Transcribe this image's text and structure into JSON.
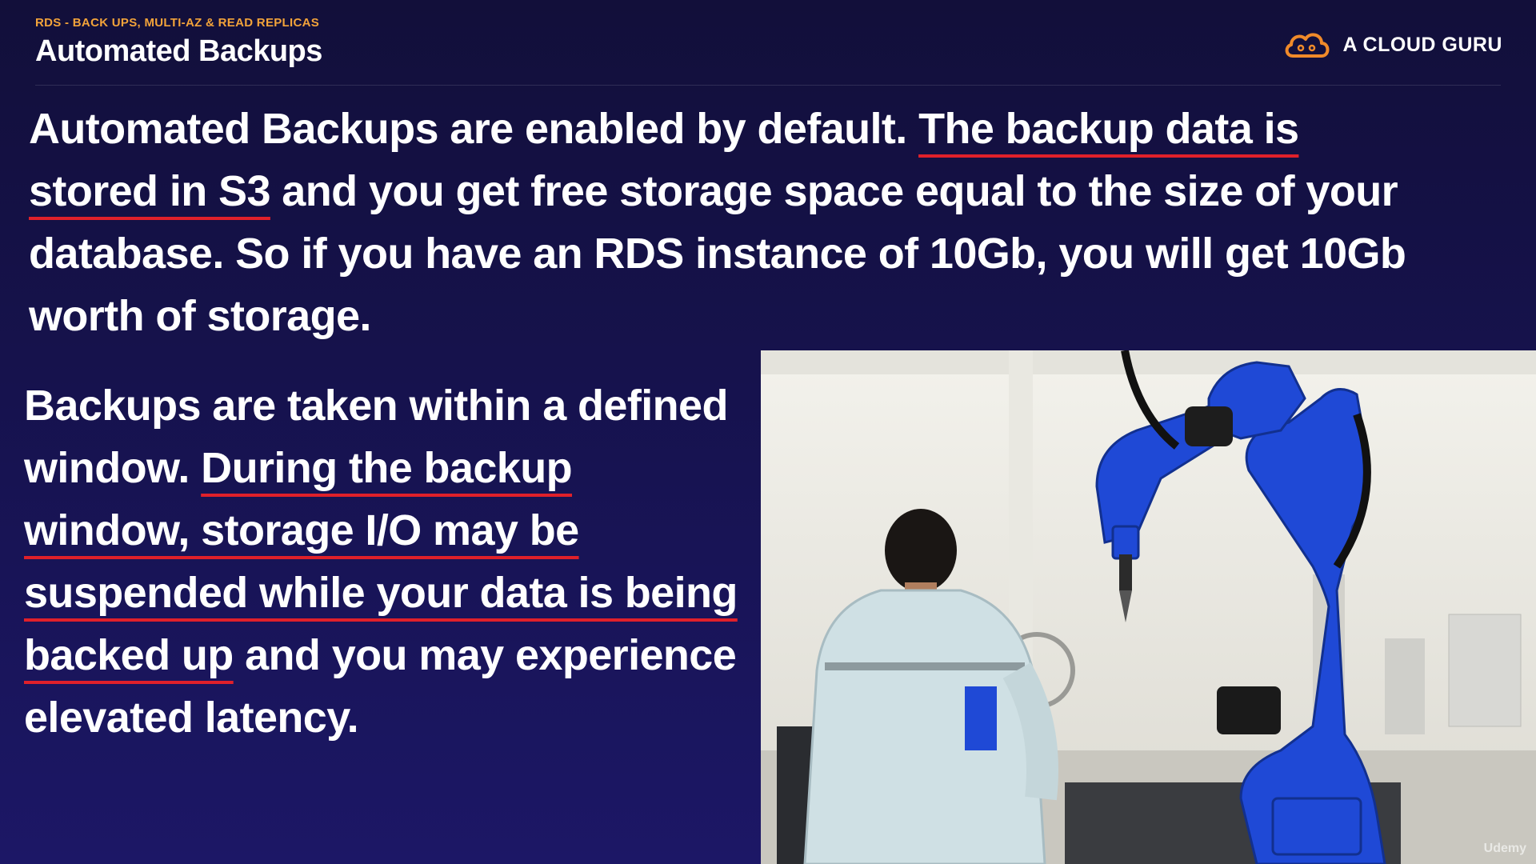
{
  "header": {
    "kicker": "RDS - BACK UPS, MULTI-AZ & READ REPLICAS",
    "title": "Automated Backups"
  },
  "brand": {
    "name": "A CLOUD GURU",
    "logo_icon": "cloud-icon",
    "accent": "#f08a2a"
  },
  "paragraph1": {
    "s1": "Automated Backups are enabled by default. ",
    "s2_underlined": "The backup data is stored in S3",
    "s3": " and you get free storage space equal to the size of your database. So if you have an RDS instance of 10Gb, you will get 10Gb worth of storage."
  },
  "paragraph2": {
    "s1": "Backups are taken within a defined window. ",
    "s2_underlined": "During the backup window, storage I/O may be suspended while your data is being backed up",
    "s3": " and you may experience elevated latency."
  },
  "image": {
    "icon": "robot-arm-photo"
  },
  "watermark": "Udemy",
  "colors": {
    "background": "#171352",
    "kicker": "#f2a33a",
    "underline": "#e0202a",
    "robot_blue": "#1f49d6"
  }
}
